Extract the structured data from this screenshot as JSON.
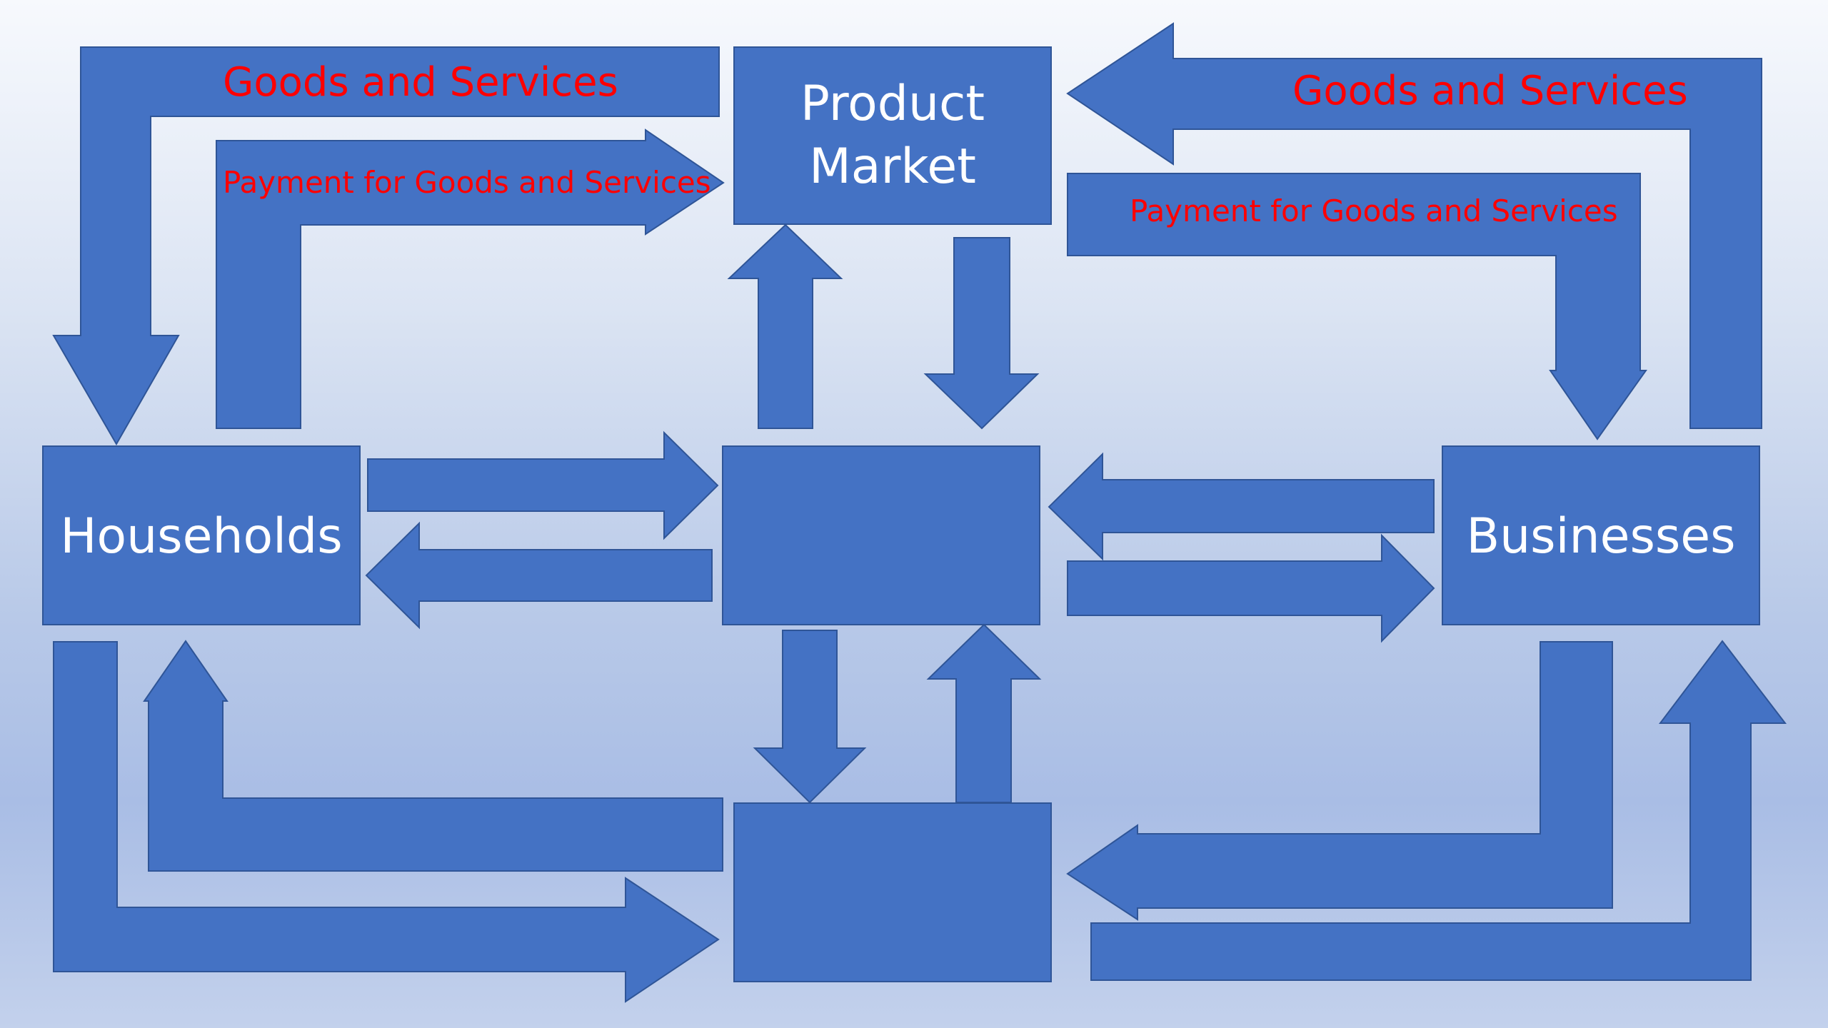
{
  "colors": {
    "shape_fill": "#4472c4",
    "shape_stroke": "#2f5597",
    "flow_label": "#ff0000",
    "node_label": "#ffffff"
  },
  "nodes": {
    "product_market": {
      "line1": "Product",
      "line2": "Market"
    },
    "households": "Households",
    "businesses": "Businesses",
    "center_box": "",
    "bottom_box": ""
  },
  "flows": {
    "top_left_goods": "Goods and Services",
    "top_left_payment": "Payment for Goods and Services",
    "top_right_goods": "Goods and Services",
    "top_right_payment": "Payment for Goods and Services"
  }
}
